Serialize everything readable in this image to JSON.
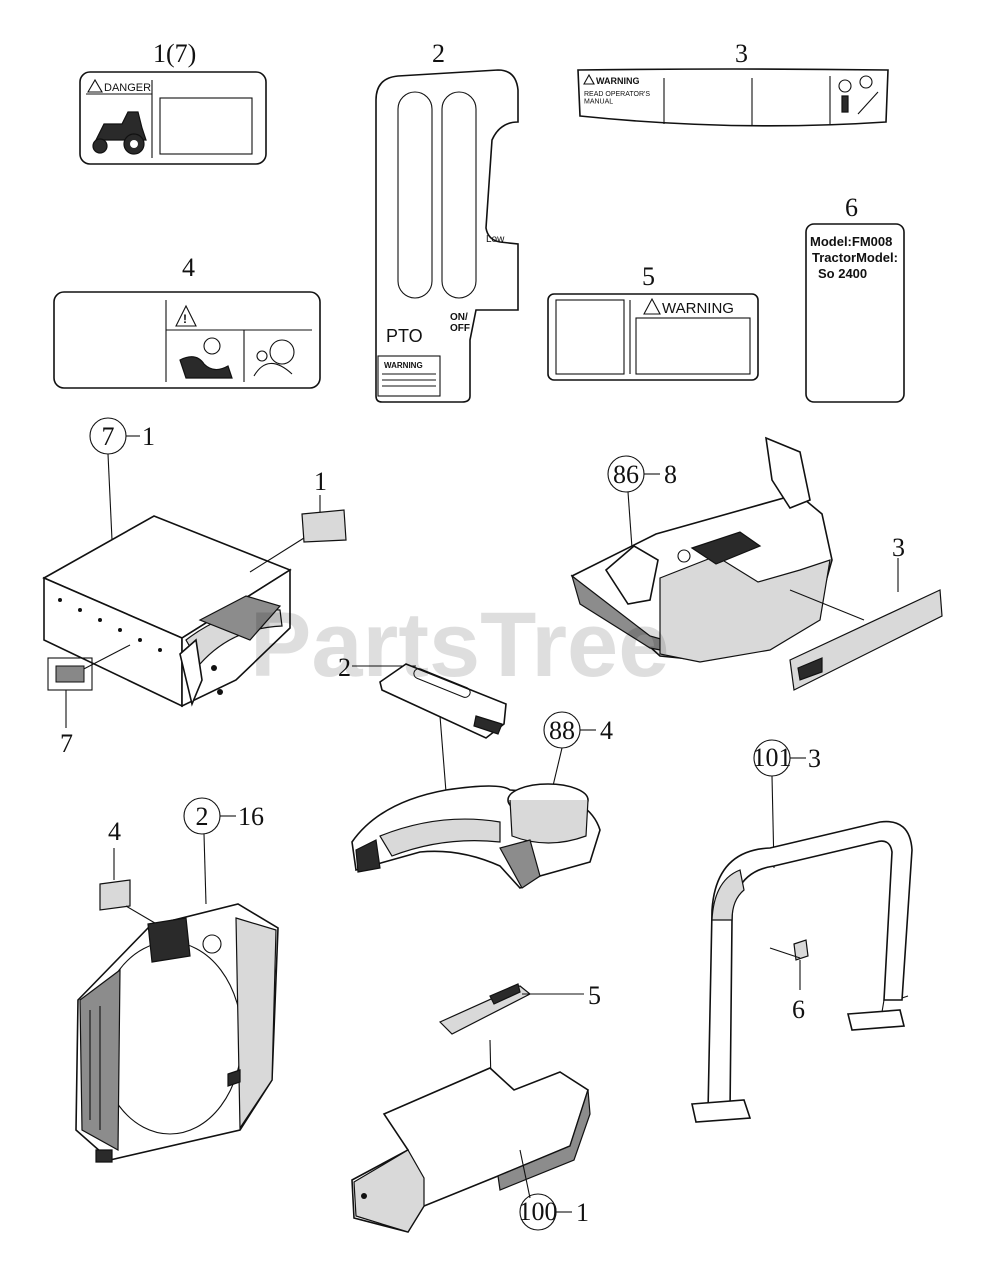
{
  "decals": {
    "d1": {
      "callout": "1(7)",
      "text": "DANGER"
    },
    "d2": {
      "callout": "2",
      "pto": "PTO",
      "on_off": "ON/\nOFF",
      "low": "Low",
      "warning": "WARNING"
    },
    "d3": {
      "callout": "3",
      "warning": "WARNING",
      "sub": "READ OPERATOR'S\nMANUAL"
    },
    "d4": {
      "callout": "4"
    },
    "d5": {
      "callout": "5",
      "warning": "WARNING"
    },
    "d6": {
      "callout": "6",
      "line1": "Model:FM008",
      "line2": "TractorModel:",
      "line3": "So  2400"
    }
  },
  "assemblies": [
    {
      "ref": "7",
      "qty": "1"
    },
    {
      "ref": "86",
      "qty": "8"
    },
    {
      "ref": "88",
      "qty": "4"
    },
    {
      "ref": "2",
      "qty": "16"
    },
    {
      "ref": "101",
      "qty": "3"
    },
    {
      "ref": "100",
      "qty": "1"
    }
  ],
  "callouts": {
    "frame_decal1": "1",
    "frame_decal7": "7",
    "fender_decal3": "3",
    "console_decal2": "2",
    "grille_decal4": "4",
    "plate_decal5": "5",
    "rops_decal6": "6"
  },
  "watermark": "PartsTree"
}
